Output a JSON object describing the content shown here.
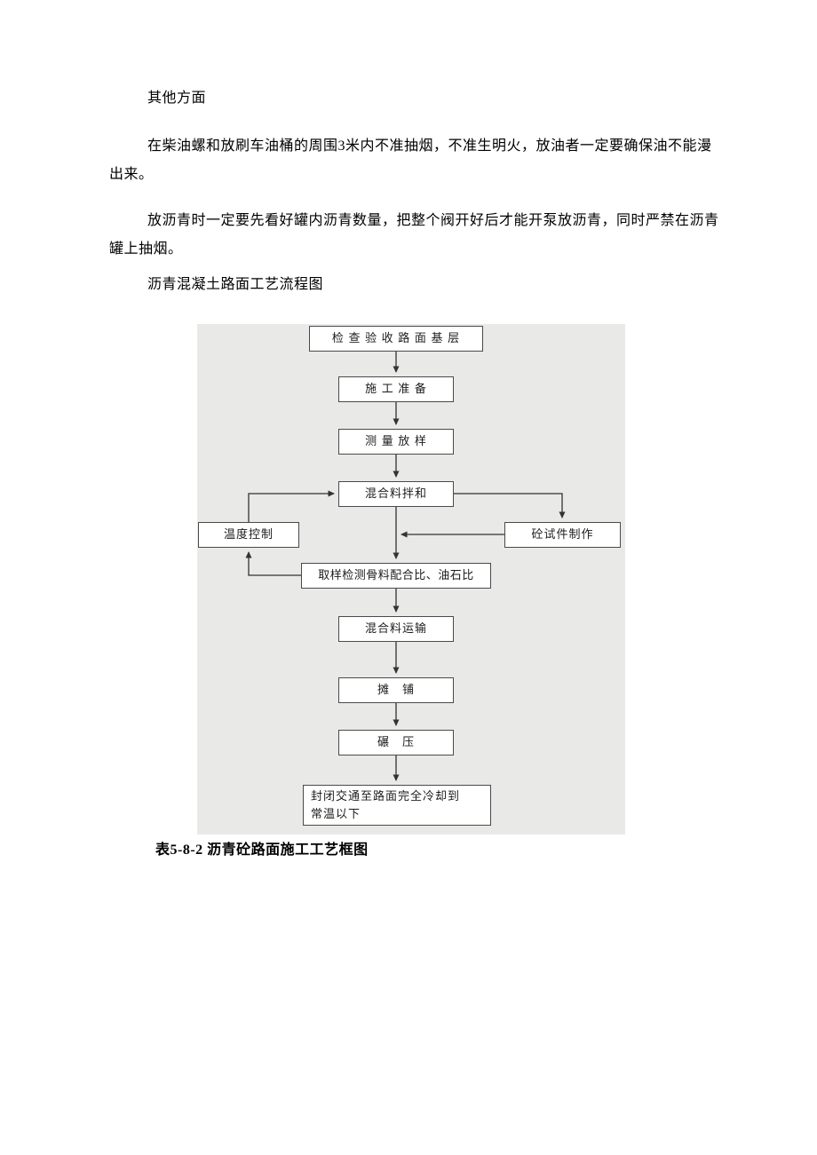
{
  "document": {
    "paragraphs": [
      "其他方面",
      "在柴油螺和放刷车油桶的周围3米内不准抽烟，不准生明火，放油者一定要确保油不能漫出来。",
      "放沥青时一定要先看好罐内沥青数量，把整个阀开好后才能开泵放沥青，同时严禁在沥青罐上抽烟。",
      "沥青混凝土路面工艺流程图"
    ]
  },
  "flowchart": {
    "caption": "表5-8-2 沥青砼路面施工工艺框图",
    "nodes": [
      {
        "id": "check-acceptance",
        "label": "检 查 验 收 路 面 基 层"
      },
      {
        "id": "construction-prep",
        "label": "施 工 准 备"
      },
      {
        "id": "survey-layout",
        "label": "测 量 放 样"
      },
      {
        "id": "mixture-mixing",
        "label": "混合料拌和"
      },
      {
        "id": "temperature-control",
        "label": "温度控制"
      },
      {
        "id": "concrete-specimen",
        "label": "砼试件制作"
      },
      {
        "id": "sampling-test",
        "label": "取样检测骨料配合比、油石比"
      },
      {
        "id": "mixture-transport",
        "label": "混合料运输"
      },
      {
        "id": "paving",
        "label": "摊　铺"
      },
      {
        "id": "rolling",
        "label": "碾　压"
      },
      {
        "id": "close-traffic",
        "label_line1": "封闭交通至路面完全冷却到",
        "label_line2": "常温以下"
      }
    ],
    "edges": [
      "检查验收路面基层 → 施工准备",
      "施工准备 → 测量放样",
      "测量放样 → 混合料拌和",
      "混合料拌和 → 取样检测骨料配合比、油石比",
      "混合料拌和 → 砼试件制作",
      "砼试件制作 → 主流程线(混合料拌和-取样检测之间)",
      "取样检测骨料配合比、油石比 → 温度控制",
      "温度控制 → 混合料拌和",
      "取样检测骨料配合比、油石比 → 混合料运输",
      "混合料运输 → 摊铺",
      "摊铺 → 碾压",
      "碾压 → 封闭交通至路面完全冷却到常温以下"
    ]
  }
}
